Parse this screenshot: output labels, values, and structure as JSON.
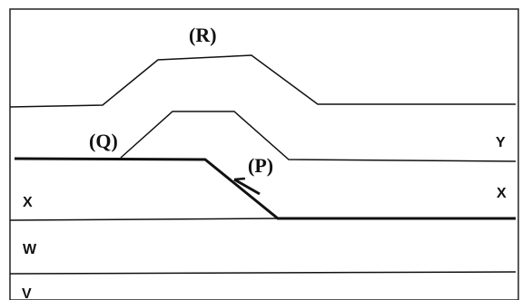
{
  "diagram": {
    "labels": {
      "r": "(R)",
      "q": "(Q)",
      "p": "(P)",
      "y": "Y",
      "x_left": "X",
      "x_right": "X",
      "w": "W",
      "v": "V"
    }
  }
}
